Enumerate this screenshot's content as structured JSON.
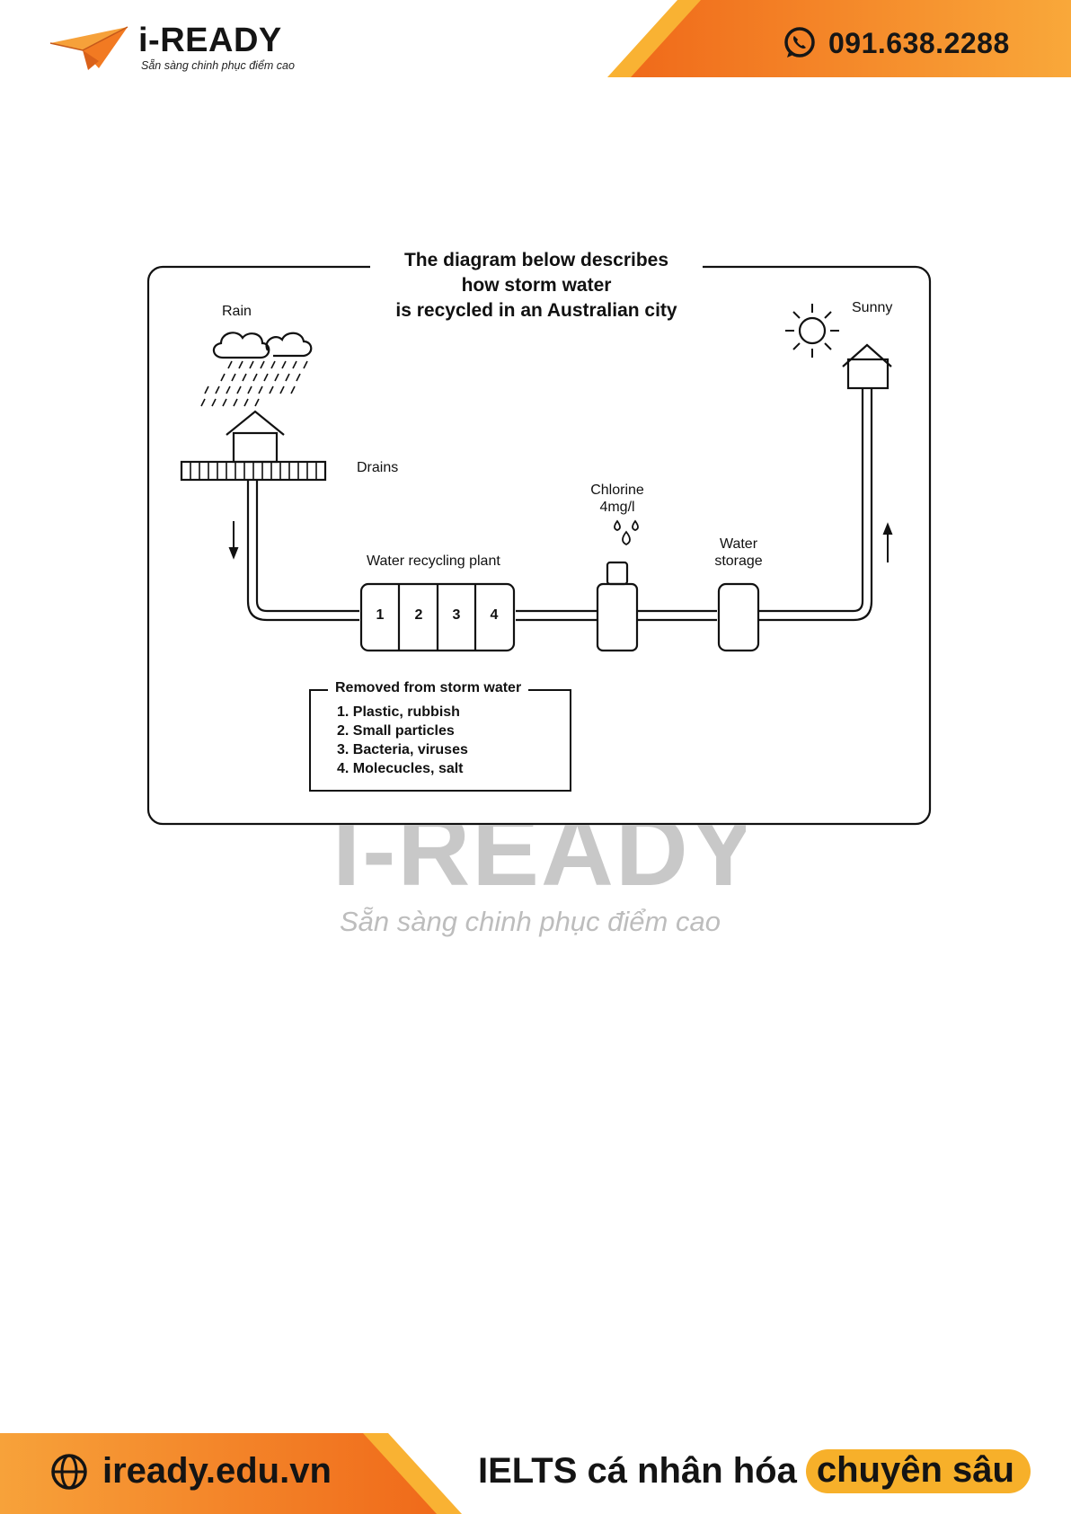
{
  "header": {
    "brand_name": "i-READY",
    "brand_tagline": "Sẵn sàng chinh phục điểm cao",
    "phone": "091.638.2288",
    "icons": [
      "paper-plane-logo",
      "whatsapp-phone-icon"
    ],
    "accent_colors": [
      "#f47a20",
      "#f9b233"
    ]
  },
  "diagram": {
    "title_lines": [
      "The diagram below describes",
      "how storm water",
      "is recycled in an Australian city"
    ],
    "rain": "Rain",
    "sunny": "Sunny",
    "drains": "Drains",
    "plant": "Water recycling plant",
    "stages": [
      "1",
      "2",
      "3",
      "4"
    ],
    "chlorine": [
      "Chlorine",
      "4mg/l"
    ],
    "storage": [
      "Water",
      "storage"
    ],
    "removed_title": "Removed from storm water",
    "removed_items": [
      "1. Plastic, rubbish",
      "2. Small particles",
      "3. Bacteria, viruses",
      "4. Molecucles, salt"
    ]
  },
  "watermark": {
    "brand": "I-READY",
    "tagline": "Sẵn sàng chinh phục điểm cao"
  },
  "footer": {
    "website": "iready.edu.vn",
    "slogan_start": "IELTS cá nhân hóa",
    "slogan_highlight": "chuyên sâu",
    "icons": [
      "globe-icon"
    ]
  }
}
